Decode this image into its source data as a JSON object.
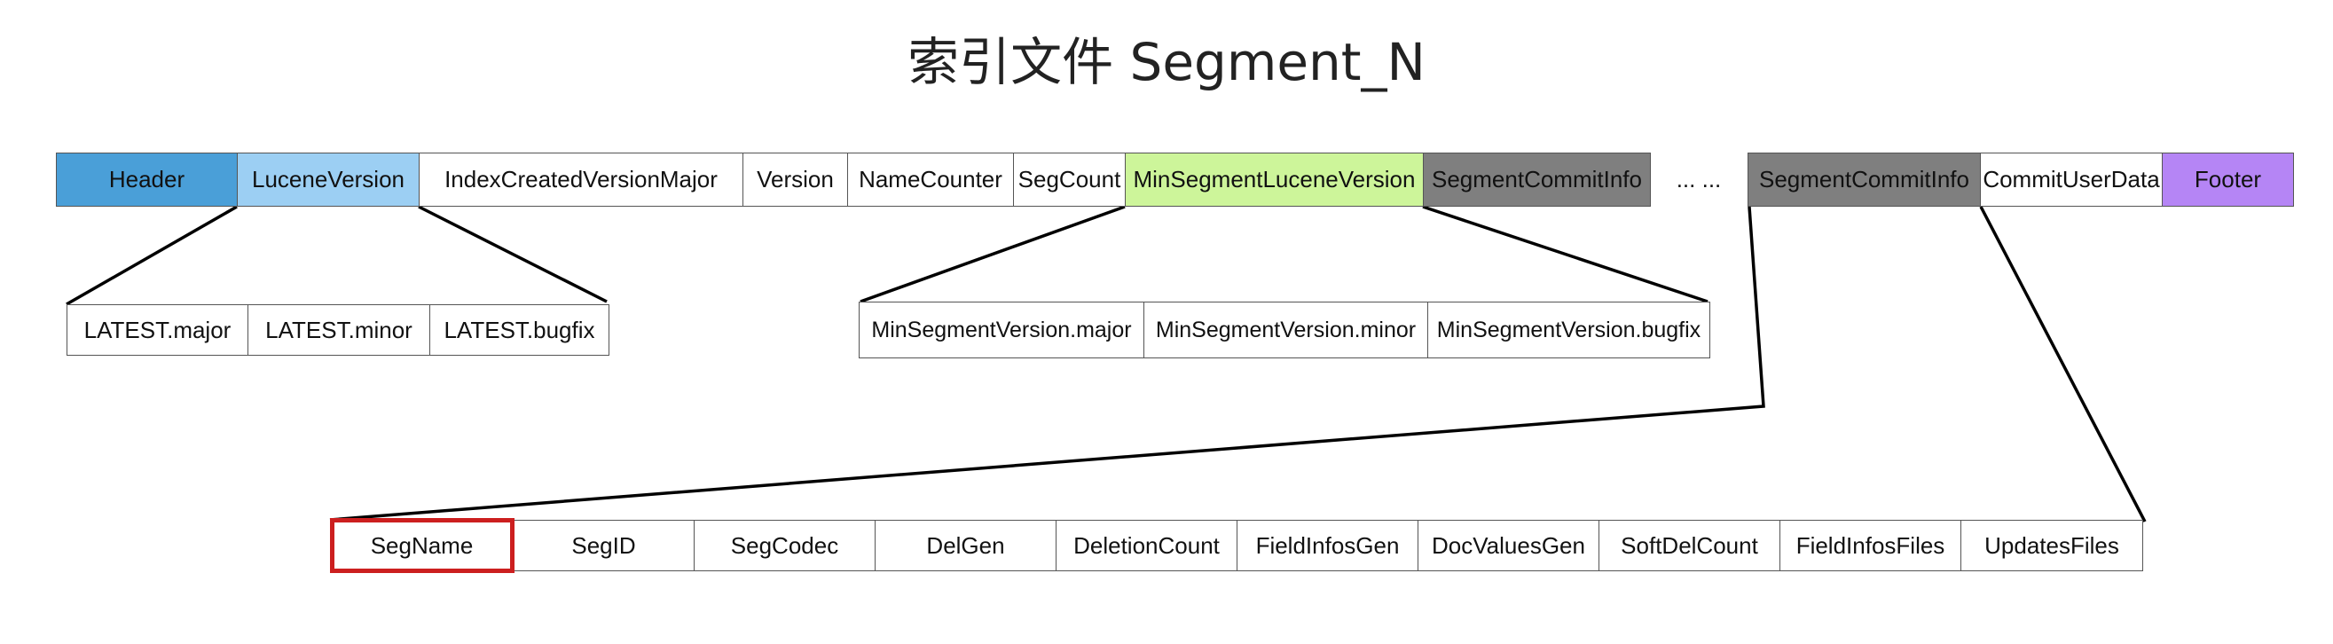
{
  "title": "索引文件 Segment_N",
  "main_row": [
    {
      "label": "Header",
      "fill": "#4a9fd8"
    },
    {
      "label": "LuceneVersion",
      "fill": "#9ccff3"
    },
    {
      "label": "IndexCreatedVersionMajor",
      "fill": "#ffffff"
    },
    {
      "label": "Version",
      "fill": "#ffffff"
    },
    {
      "label": "NameCounter",
      "fill": "#ffffff"
    },
    {
      "label": "SegCount",
      "fill": "#ffffff"
    },
    {
      "label": "MinSegmentLuceneVersion",
      "fill": "#cdf59a"
    },
    {
      "label": "SegmentCommitInfo",
      "fill": "#7f7f7f"
    },
    {
      "label": "SegmentCommitInfo",
      "fill": "#7f7f7f"
    },
    {
      "label": "CommitUserData",
      "fill": "#ffffff"
    },
    {
      "label": "Footer",
      "fill": "#b585f5"
    }
  ],
  "ellipsis": "... ...",
  "lucene_version_fields": [
    "LATEST.major",
    "LATEST.minor",
    "LATEST.bugfix"
  ],
  "min_segment_version_fields": [
    "MinSegmentVersion.major",
    "MinSegmentVersion.minor",
    "MinSegmentVersion.bugfix"
  ],
  "segment_commit_info_fields": [
    "SegName",
    "SegID",
    "SegCodec",
    "DelGen",
    "DeletionCount",
    "FieldInfosGen",
    "DocValuesGen",
    "SoftDelCount",
    "FieldInfosFiles",
    "UpdatesFiles"
  ],
  "highlighted_field": "SegName",
  "colors": {
    "border": "#555555",
    "connector": "#000000",
    "highlight": "#cc1f1f"
  }
}
